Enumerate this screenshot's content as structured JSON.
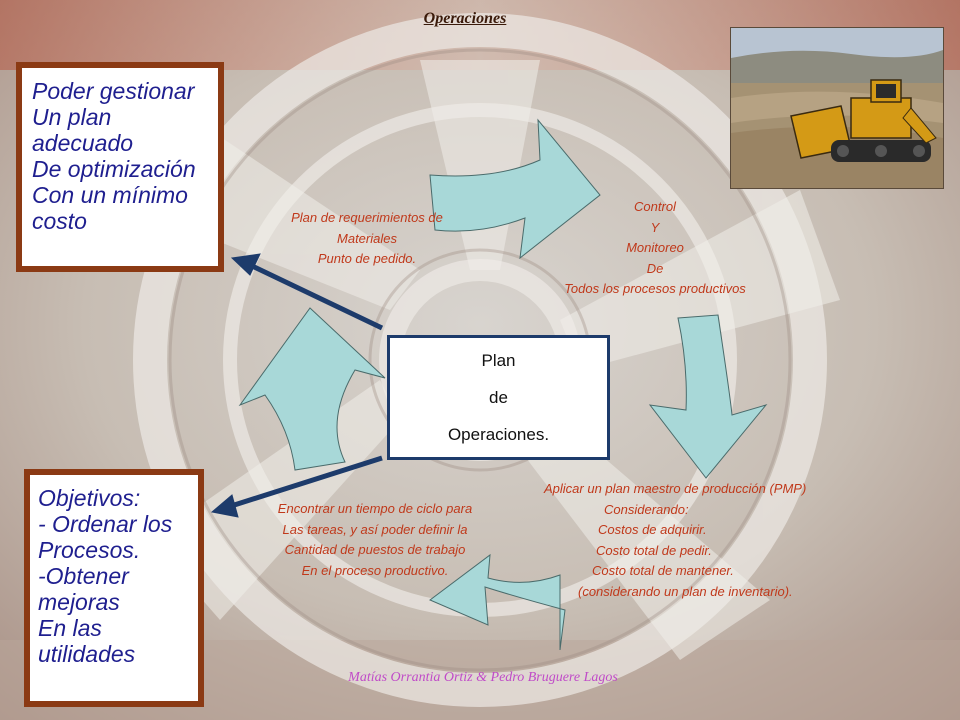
{
  "header": {
    "title": "Operaciones"
  },
  "goal_box": {
    "lines": [
      "Poder gestionar",
      "Un plan",
      "adecuado",
      "De optimización",
      "Con un mínimo",
      "costo"
    ]
  },
  "objectives_box": {
    "lines": [
      "Objetivos:",
      "- Ordenar los",
      "Procesos.",
      "-Obtener",
      "mejoras",
      "En las",
      "utilidades"
    ]
  },
  "center_box": {
    "lines": [
      "Plan",
      "de",
      "Operaciones."
    ]
  },
  "cycle_labels": {
    "requirements": [
      "Plan de requerimientos de",
      "Materiales",
      "Punto de pedido."
    ],
    "control": [
      "Control",
      "Y",
      "Monitoreo",
      "De",
      "Todos los procesos productivos"
    ],
    "pmp": [
      "Aplicar un plan maestro de producción (PMP)",
      "Considerando:",
      "Costos de adquirir.",
      "Costo total de pedir.",
      "Costo total de mantener.",
      "(considerando un plan de inventario)."
    ],
    "cycle_time": [
      "Encontrar un tiempo de ciclo para",
      "Las tareas, y así poder definir la",
      "Cantidad de puestos de trabajo",
      "En el proceso productivo."
    ]
  },
  "footer": {
    "credit": "Matías Orrantia Ortiz & Pedro Bruguere Lagos"
  },
  "colors": {
    "cycle_arrow_fill": "#a8d8d8",
    "pointer_arrow": "#1d3b6b",
    "box_border": "#8b3a14",
    "box_text": "#1f1f8f",
    "label_text": "#c0391b"
  }
}
